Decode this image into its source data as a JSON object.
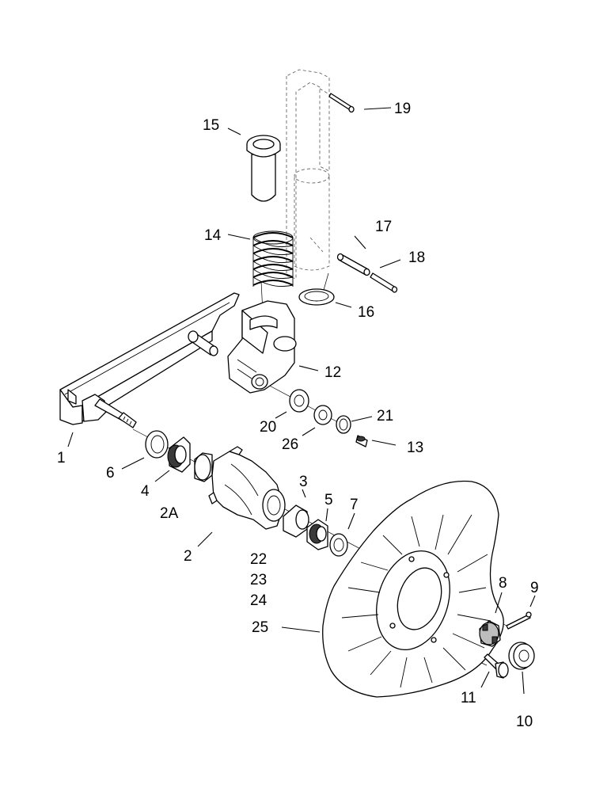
{
  "callouts": {
    "c1": "1",
    "c2": "2",
    "c2a": "2A",
    "c3": "3",
    "c4": "4",
    "c5": "5",
    "c6": "6",
    "c7": "7",
    "c8": "8",
    "c9": "9",
    "c10": "10",
    "c11": "11",
    "c12": "12",
    "c13": "13",
    "c14": "14",
    "c15": "15",
    "c16": "16",
    "c17": "17",
    "c18": "18",
    "c19": "19",
    "c20": "20",
    "c21": "21",
    "c22": "22",
    "c23": "23",
    "c24": "24",
    "c25": "25",
    "c26": "26"
  }
}
